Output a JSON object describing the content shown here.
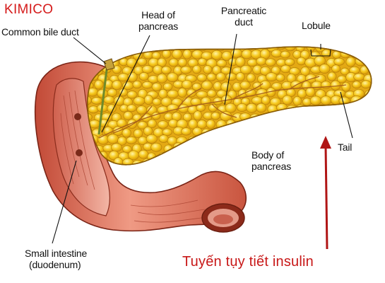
{
  "brand": "KIMICO",
  "caption": "Tuyến tụy tiết insulin",
  "labels": {
    "common_bile_duct": "Common bile duct",
    "head_line1": "Head of",
    "head_line2": "pancreas",
    "duct_line1": "Pancreatic",
    "duct_line2": "duct",
    "lobule": "Lobule",
    "tail": "Tail",
    "body_line1": "Body of",
    "body_line2": "pancreas",
    "intestine_line1": "Small intestine",
    "intestine_line2": "(duodenum)"
  },
  "colors": {
    "brand": "#d51b1b",
    "caption": "#c81818",
    "arrow": "#b01515",
    "pancreas": "#f2c21a",
    "intestine": "#e07b66"
  }
}
